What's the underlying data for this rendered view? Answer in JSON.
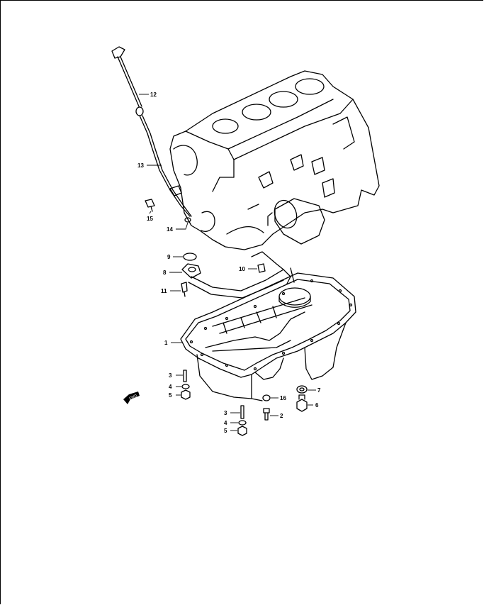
{
  "labels": {
    "l1": "1",
    "l2": "2",
    "l3a": "3",
    "l3b": "3",
    "l4a": "4",
    "l4b": "4",
    "l5a": "5",
    "l5b": "5",
    "l6": "6",
    "l7": "7",
    "l8": "8",
    "l9": "9",
    "l10": "10",
    "l11": "11",
    "l12": "12",
    "l13": "13",
    "l14": "14",
    "l15": "15",
    "l16": "16",
    "fwd": "FWD"
  }
}
